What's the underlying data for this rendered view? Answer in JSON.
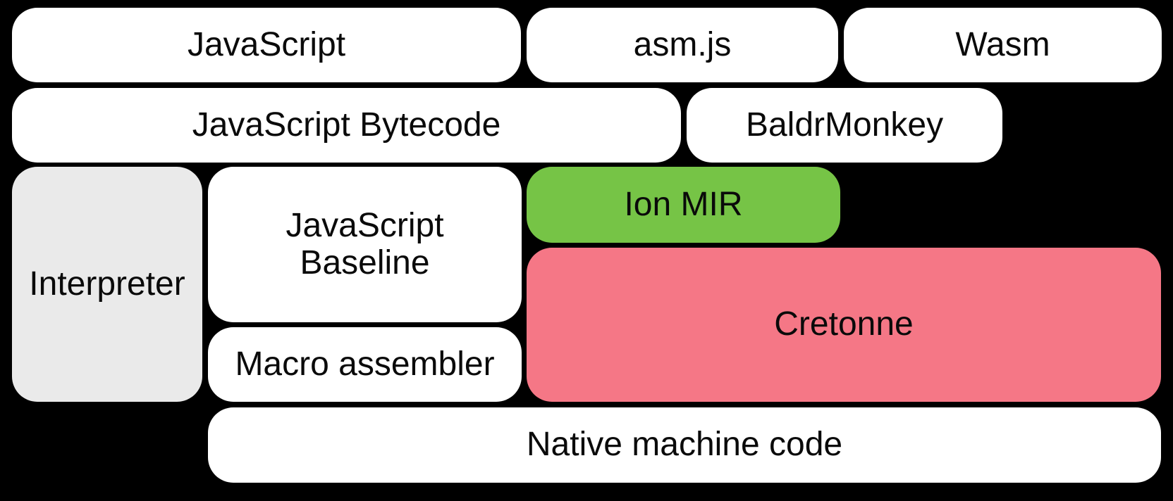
{
  "diagram": {
    "title": "SpiderMonkey compiler pipeline block diagram",
    "background_color": "#000000",
    "text_color": "#0a0a0a",
    "colors": {
      "white_box": "#ffffff",
      "gray_box": "#eaeaea",
      "green_box": "#76c446",
      "pink_box": "#f57786"
    },
    "boxes": [
      {
        "id": "javascript",
        "label": "JavaScript",
        "fill": "#ffffff"
      },
      {
        "id": "asmjs",
        "label": "asm.js",
        "fill": "#ffffff"
      },
      {
        "id": "wasm",
        "label": "Wasm",
        "fill": "#ffffff"
      },
      {
        "id": "js-bytecode",
        "label": "JavaScript Bytecode",
        "fill": "#ffffff"
      },
      {
        "id": "baldrmonkey",
        "label": "BaldrMonkey",
        "fill": "#ffffff"
      },
      {
        "id": "interpreter",
        "label": "Interpreter",
        "fill": "#eaeaea"
      },
      {
        "id": "js-baseline",
        "label": "JavaScript Baseline",
        "fill": "#ffffff"
      },
      {
        "id": "ion-mir",
        "label": "Ion MIR",
        "fill": "#76c446"
      },
      {
        "id": "cretonne",
        "label": "Cretonne",
        "fill": "#f57786"
      },
      {
        "id": "macro-assembler",
        "label": "Macro assembler",
        "fill": "#ffffff"
      },
      {
        "id": "native-machine-code",
        "label": "Native machine code",
        "fill": "#ffffff"
      }
    ]
  }
}
